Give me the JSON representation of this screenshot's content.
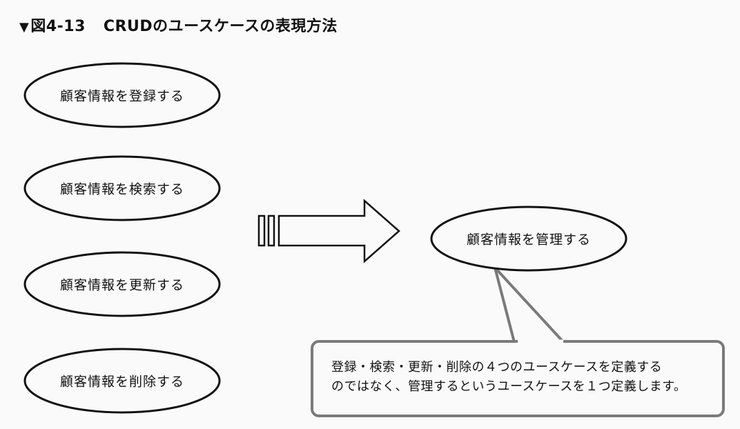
{
  "title": {
    "marker": "▼",
    "figure_number": "図4-13",
    "caption": "CRUDのユースケースの表現方法"
  },
  "left_use_cases": [
    {
      "label": "顧客情報を登録する"
    },
    {
      "label": "顧客情報を検索する"
    },
    {
      "label": "顧客情報を更新する"
    },
    {
      "label": "顧客情報を削除する"
    }
  ],
  "right_use_case": {
    "label": "顧客情報を管理する"
  },
  "note": {
    "lines": [
      "登録・検索・更新・削除の４つのユースケースを定義する",
      "のではなく、管理するというユースケースを１つ定義します。"
    ]
  },
  "colors": {
    "ink": "#111111",
    "note_border": "#7a7a7a",
    "background": "#fafafa"
  }
}
